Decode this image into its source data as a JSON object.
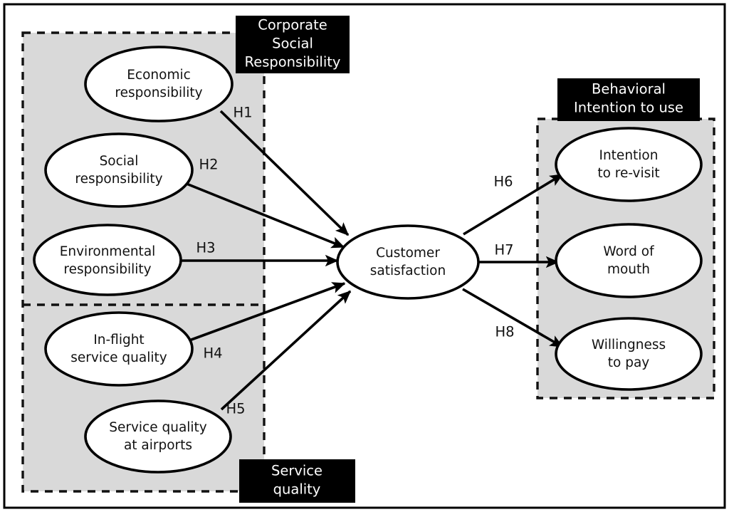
{
  "figure": {
    "type": "path-diagram",
    "background": "#ffffff",
    "group_fill": "#d9d9d9",
    "banner_fill": "#000000",
    "banner_text_color": "#ffffff",
    "node_fill": "#ffffff",
    "stroke": "#000000"
  },
  "banners": [
    {
      "id": "csr",
      "lines": [
        "Corporate",
        "Social",
        "Responsibility"
      ]
    },
    {
      "id": "behavioral",
      "lines": [
        "Behavioral",
        "Intention to use"
      ]
    },
    {
      "id": "service",
      "lines": [
        "Service",
        "quality"
      ]
    }
  ],
  "nodes": [
    {
      "id": "economic",
      "lines": [
        "Economic",
        "responsibility"
      ]
    },
    {
      "id": "social",
      "lines": [
        "Social",
        "responsibility"
      ]
    },
    {
      "id": "environmental",
      "lines": [
        "Environmental",
        "responsibility"
      ]
    },
    {
      "id": "inflight",
      "lines": [
        "In-flight",
        "service quality"
      ]
    },
    {
      "id": "airports",
      "lines": [
        "Service quality",
        "at airports"
      ]
    },
    {
      "id": "satisfaction",
      "lines": [
        "Customer",
        "satisfaction"
      ]
    },
    {
      "id": "revisit",
      "lines": [
        "Intention",
        "to re-visit"
      ]
    },
    {
      "id": "wordofmouth",
      "lines": [
        "Word of",
        "mouth"
      ]
    },
    {
      "id": "willingness",
      "lines": [
        "Willingness",
        "to pay"
      ]
    }
  ],
  "edges": [
    {
      "id": "h1",
      "label": "H1",
      "from": "economic",
      "to": "satisfaction"
    },
    {
      "id": "h2",
      "label": "H2",
      "from": "social",
      "to": "satisfaction"
    },
    {
      "id": "h3",
      "label": "H3",
      "from": "environmental",
      "to": "satisfaction"
    },
    {
      "id": "h4",
      "label": "H4",
      "from": "inflight",
      "to": "satisfaction"
    },
    {
      "id": "h5",
      "label": "H5",
      "from": "airports",
      "to": "satisfaction"
    },
    {
      "id": "h6",
      "label": "H6",
      "from": "satisfaction",
      "to": "revisit"
    },
    {
      "id": "h7",
      "label": "H7",
      "from": "satisfaction",
      "to": "wordofmouth"
    },
    {
      "id": "h8",
      "label": "H8",
      "from": "satisfaction",
      "to": "willingness"
    }
  ]
}
